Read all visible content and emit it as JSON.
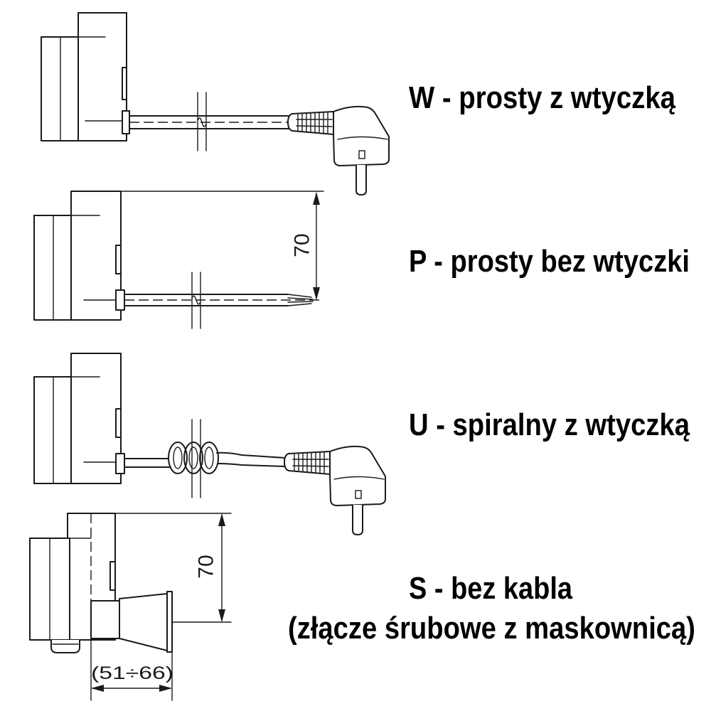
{
  "diagram": {
    "variants": [
      {
        "label": "W - prosty z wtyczką"
      },
      {
        "label": "P - prosty bez wtyczki"
      },
      {
        "label": "U - spiralny z wtyczką"
      },
      {
        "label": "S - bez kabla",
        "note": "(złącze śrubowe z maskownicą)"
      }
    ],
    "dimensions": {
      "p_cable_height": "70",
      "s_connector_height": "70",
      "s_connector_depth": "(51÷66)"
    }
  },
  "colors": {
    "line": "#1a1a1a",
    "text": "#000000",
    "background": "#ffffff"
  }
}
